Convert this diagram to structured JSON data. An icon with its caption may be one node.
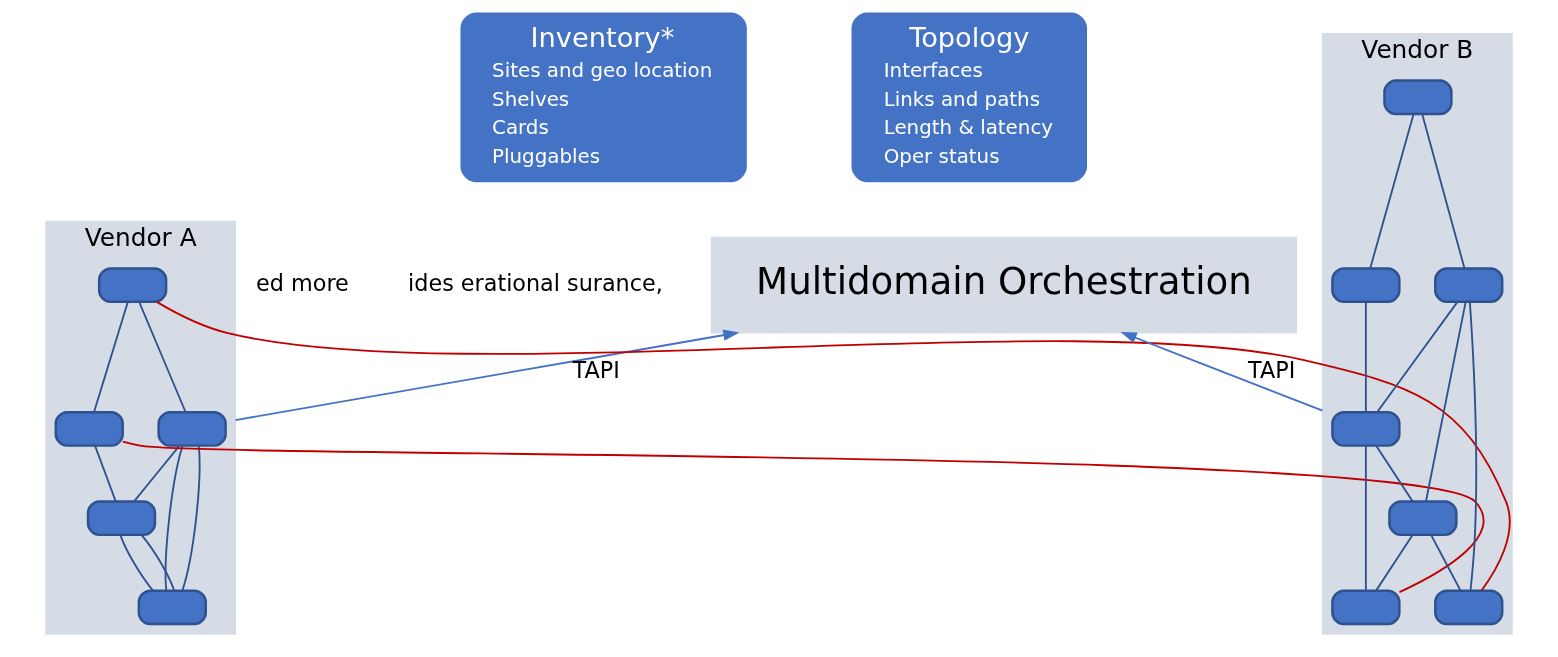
{
  "diagram": {
    "nodes": [
      {
        "text": [
          "Inventory*",
          "Sites and geo location",
          "Shelves",
          "Cards",
          "Pluggables"
        ]
      },
      {
        "text": [
          "Topology",
          "Interfaces",
          "Links and paths",
          "Length & latency",
          "Oper status"
        ]
      },
      {
        "text": [
          "Multidomain Orchestration"
        ]
      },
      {
        "text": [
          "Vendor A"
        ]
      },
      {
        "text": [],
        "shape": "box",
        "in": 3
      },
      {
        "text": [],
        "shape": "box",
        "in": 3
      },
      {
        "text": [],
        "shape": "box",
        "in": 3
      },
      {
        "text": [],
        "shape": "box",
        "in": 3
      },
      {
        "text": [],
        "shape": "box",
        "in": 3
      },
      {
        "text": [
          "Vendor B"
        ]
      },
      {
        "text": [],
        "shape": "box",
        "in": 9
      },
      {
        "text": [],
        "shape": "box",
        "in": 9
      },
      {
        "text": [],
        "shape": "box",
        "in": 9
      },
      {
        "text": [],
        "shape": "box",
        "in": 9
      },
      {
        "text": [],
        "shape": "box",
        "in": 9
      },
      {
        "text": [],
        "shape": "box",
        "in": 9
      },
      {
        "text": [],
        "shape": "box",
        "in": 9
      }
    ],
    "edges": [
      {
        "from": 3,
        "to": 2,
        "arrow": "to",
        "label": "TAPI",
        "color": "#4472c4"
      },
      {
        "from": 9,
        "to": 2,
        "arrow": "to",
        "label": "TAPI",
        "color": "#4472c4"
      },
      {
        "from": 4,
        "to": 5,
        "arrow": "none"
      },
      {
        "from": 4,
        "to": 5,
        "arrow": "none"
      },
      {
        "from": 4,
        "to": 6,
        "arrow": "none"
      },
      {
        "from": 4,
        "to": 6,
        "arrow": "none"
      },
      {
        "from": 5,
        "to": 6,
        "arrow": "none"
      },
      {
        "from": 5,
        "to": 7,
        "arrow": "none"
      },
      {
        "from": 6,
        "to": 8,
        "arrow": "none"
      },
      {
        "from": 7,
        "to": 8,
        "arrow": "none"
      },
      {
        "from": 7,
        "to": 10,
        "arrow": "none",
        "color": "#c00000"
      },
      {
        "from": 8,
        "to": 11,
        "arrow": "none",
        "color": "#c00000"
      },
      {
        "from": 10,
        "to": 13,
        "arrow": "none"
      },
      {
        "from": 10,
        "to": 12,
        "arrow": "none"
      },
      {
        "from": 11,
        "to": 12,
        "arrow": "none"
      },
      {
        "from": 11,
        "to": 14,
        "arrow": "none"
      },
      {
        "from": 12,
        "to": 13,
        "arrow": "none"
      },
      {
        "from": 12,
        "to": 14,
        "arrow": "none"
      },
      {
        "from": 13,
        "to": 14,
        "arrow": "none"
      },
      {
        "from": 13,
        "to": 15,
        "arrow": "none"
      },
      {
        "from": 14,
        "to": 16,
        "arrow": "none"
      },
      {
        "from": 15,
        "to": 16,
        "arrow": "none"
      }
    ],
    "labels": [
      "ed more",
      "ides erational surance,"
    ]
  }
}
